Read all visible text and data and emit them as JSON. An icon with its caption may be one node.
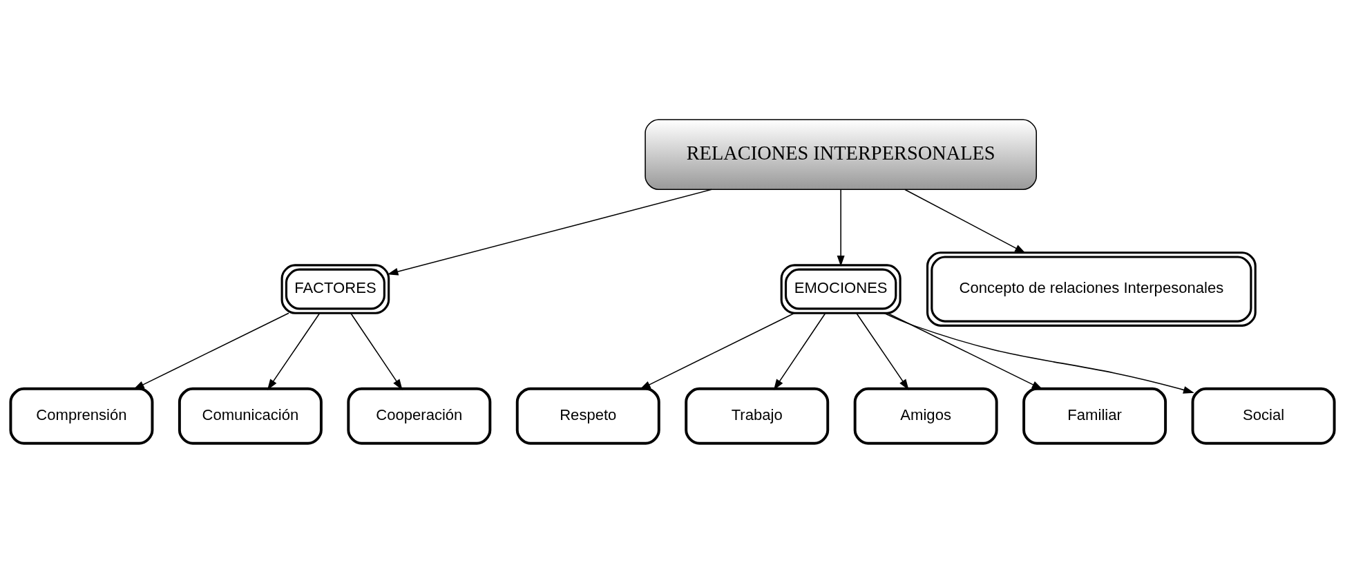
{
  "diagram": {
    "nodes": [
      {
        "text": [
          "RELACIONES INTERPERSONALES"
        ]
      },
      {
        "text": [
          "FACTORES"
        ]
      },
      {
        "text": [
          "EMOCIONES"
        ]
      },
      {
        "text": [
          "Concepto de relaciones Interpesonales"
        ]
      },
      {
        "text": [
          "Comprensión"
        ]
      },
      {
        "text": [
          "Comunicación"
        ]
      },
      {
        "text": [
          "Cooperación"
        ]
      },
      {
        "text": [
          "Respeto"
        ]
      },
      {
        "text": [
          "Trabajo"
        ]
      },
      {
        "text": [
          "Amigos"
        ]
      },
      {
        "text": [
          "Familiar"
        ]
      },
      {
        "text": [
          "Social"
        ]
      }
    ],
    "edges": [
      {
        "from": 0,
        "to": 1,
        "arrow": "to"
      },
      {
        "from": 0,
        "to": 2,
        "arrow": "to"
      },
      {
        "from": 0,
        "to": 3,
        "arrow": "to"
      },
      {
        "from": 1,
        "to": 4,
        "arrow": "to"
      },
      {
        "from": 1,
        "to": 5,
        "arrow": "to"
      },
      {
        "from": 1,
        "to": 6,
        "arrow": "to"
      },
      {
        "from": 2,
        "to": 7,
        "arrow": "to"
      },
      {
        "from": 2,
        "to": 8,
        "arrow": "to"
      },
      {
        "from": 2,
        "to": 9,
        "arrow": "to"
      },
      {
        "from": 2,
        "to": 10,
        "arrow": "to"
      },
      {
        "from": 2,
        "to": 11,
        "arrow": "to"
      }
    ]
  }
}
